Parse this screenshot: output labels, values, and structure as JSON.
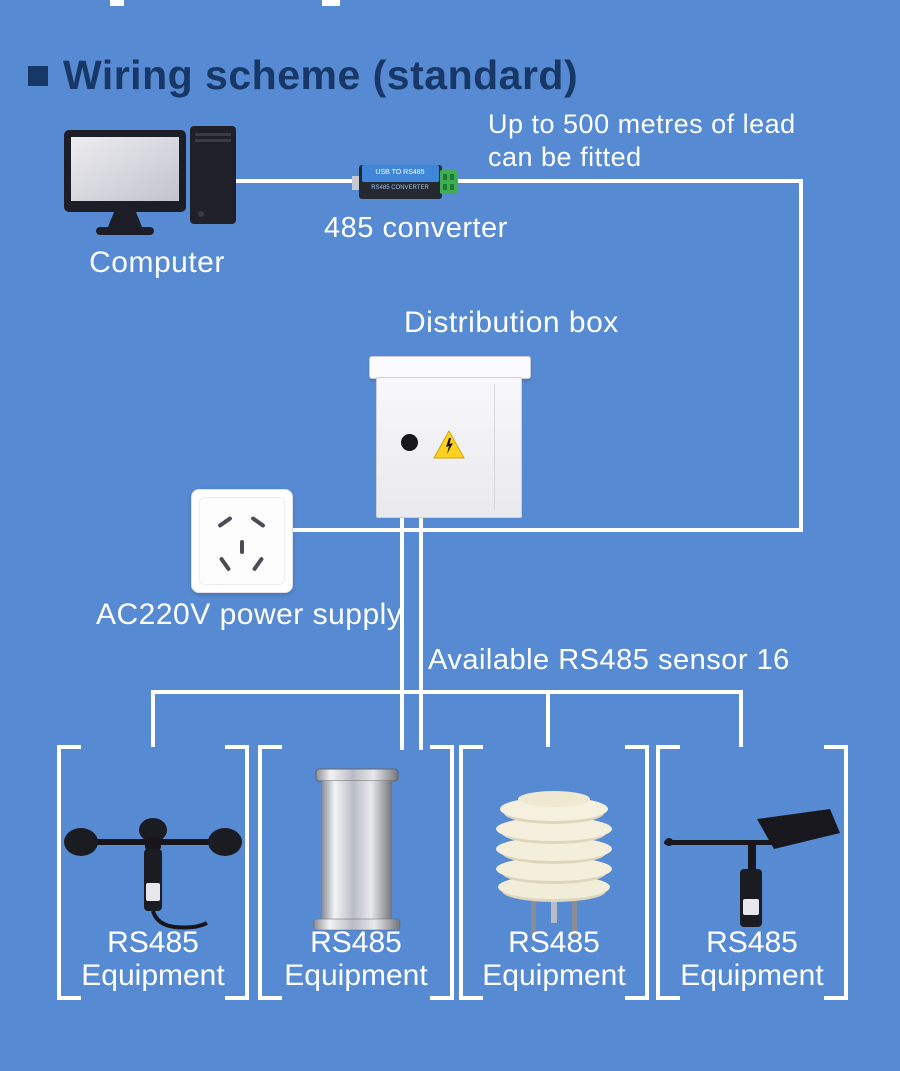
{
  "colors": {
    "background": "#568ad2",
    "title_color": "#173767",
    "text_color": "#ffffff",
    "wire_color": "#ffffff",
    "converter_blue": "#3f86d8",
    "terminal_green": "#3fae52",
    "warning_yellow": "#ffd21f"
  },
  "header": {
    "title": "Wiring scheme (standard)"
  },
  "nodes": {
    "computer": {
      "label": "Computer"
    },
    "converter": {
      "label": "485 converter",
      "device_text_top": "USB TO RS485",
      "device_text_bottom": "RS485 CONVERTER"
    },
    "lead_note": {
      "line1": "Up to 500 metres of lead",
      "line2": "can be fitted"
    },
    "distribution_box": {
      "label": "Distribution box"
    },
    "power_supply": {
      "label": "AC220V power supply"
    },
    "sensors_note": {
      "text": "Available RS485 sensor 16"
    }
  },
  "equipment_groups": [
    {
      "id": "wind-speed-sensor",
      "label_line1": "RS485",
      "label_line2": "Equipment"
    },
    {
      "id": "rain-gauge",
      "label_line1": "RS485",
      "label_line2": "Equipment"
    },
    {
      "id": "radiation-shield",
      "label_line1": "RS485",
      "label_line2": "Equipment"
    },
    {
      "id": "wind-vane",
      "label_line1": "RS485",
      "label_line2": "Equipment"
    }
  ]
}
